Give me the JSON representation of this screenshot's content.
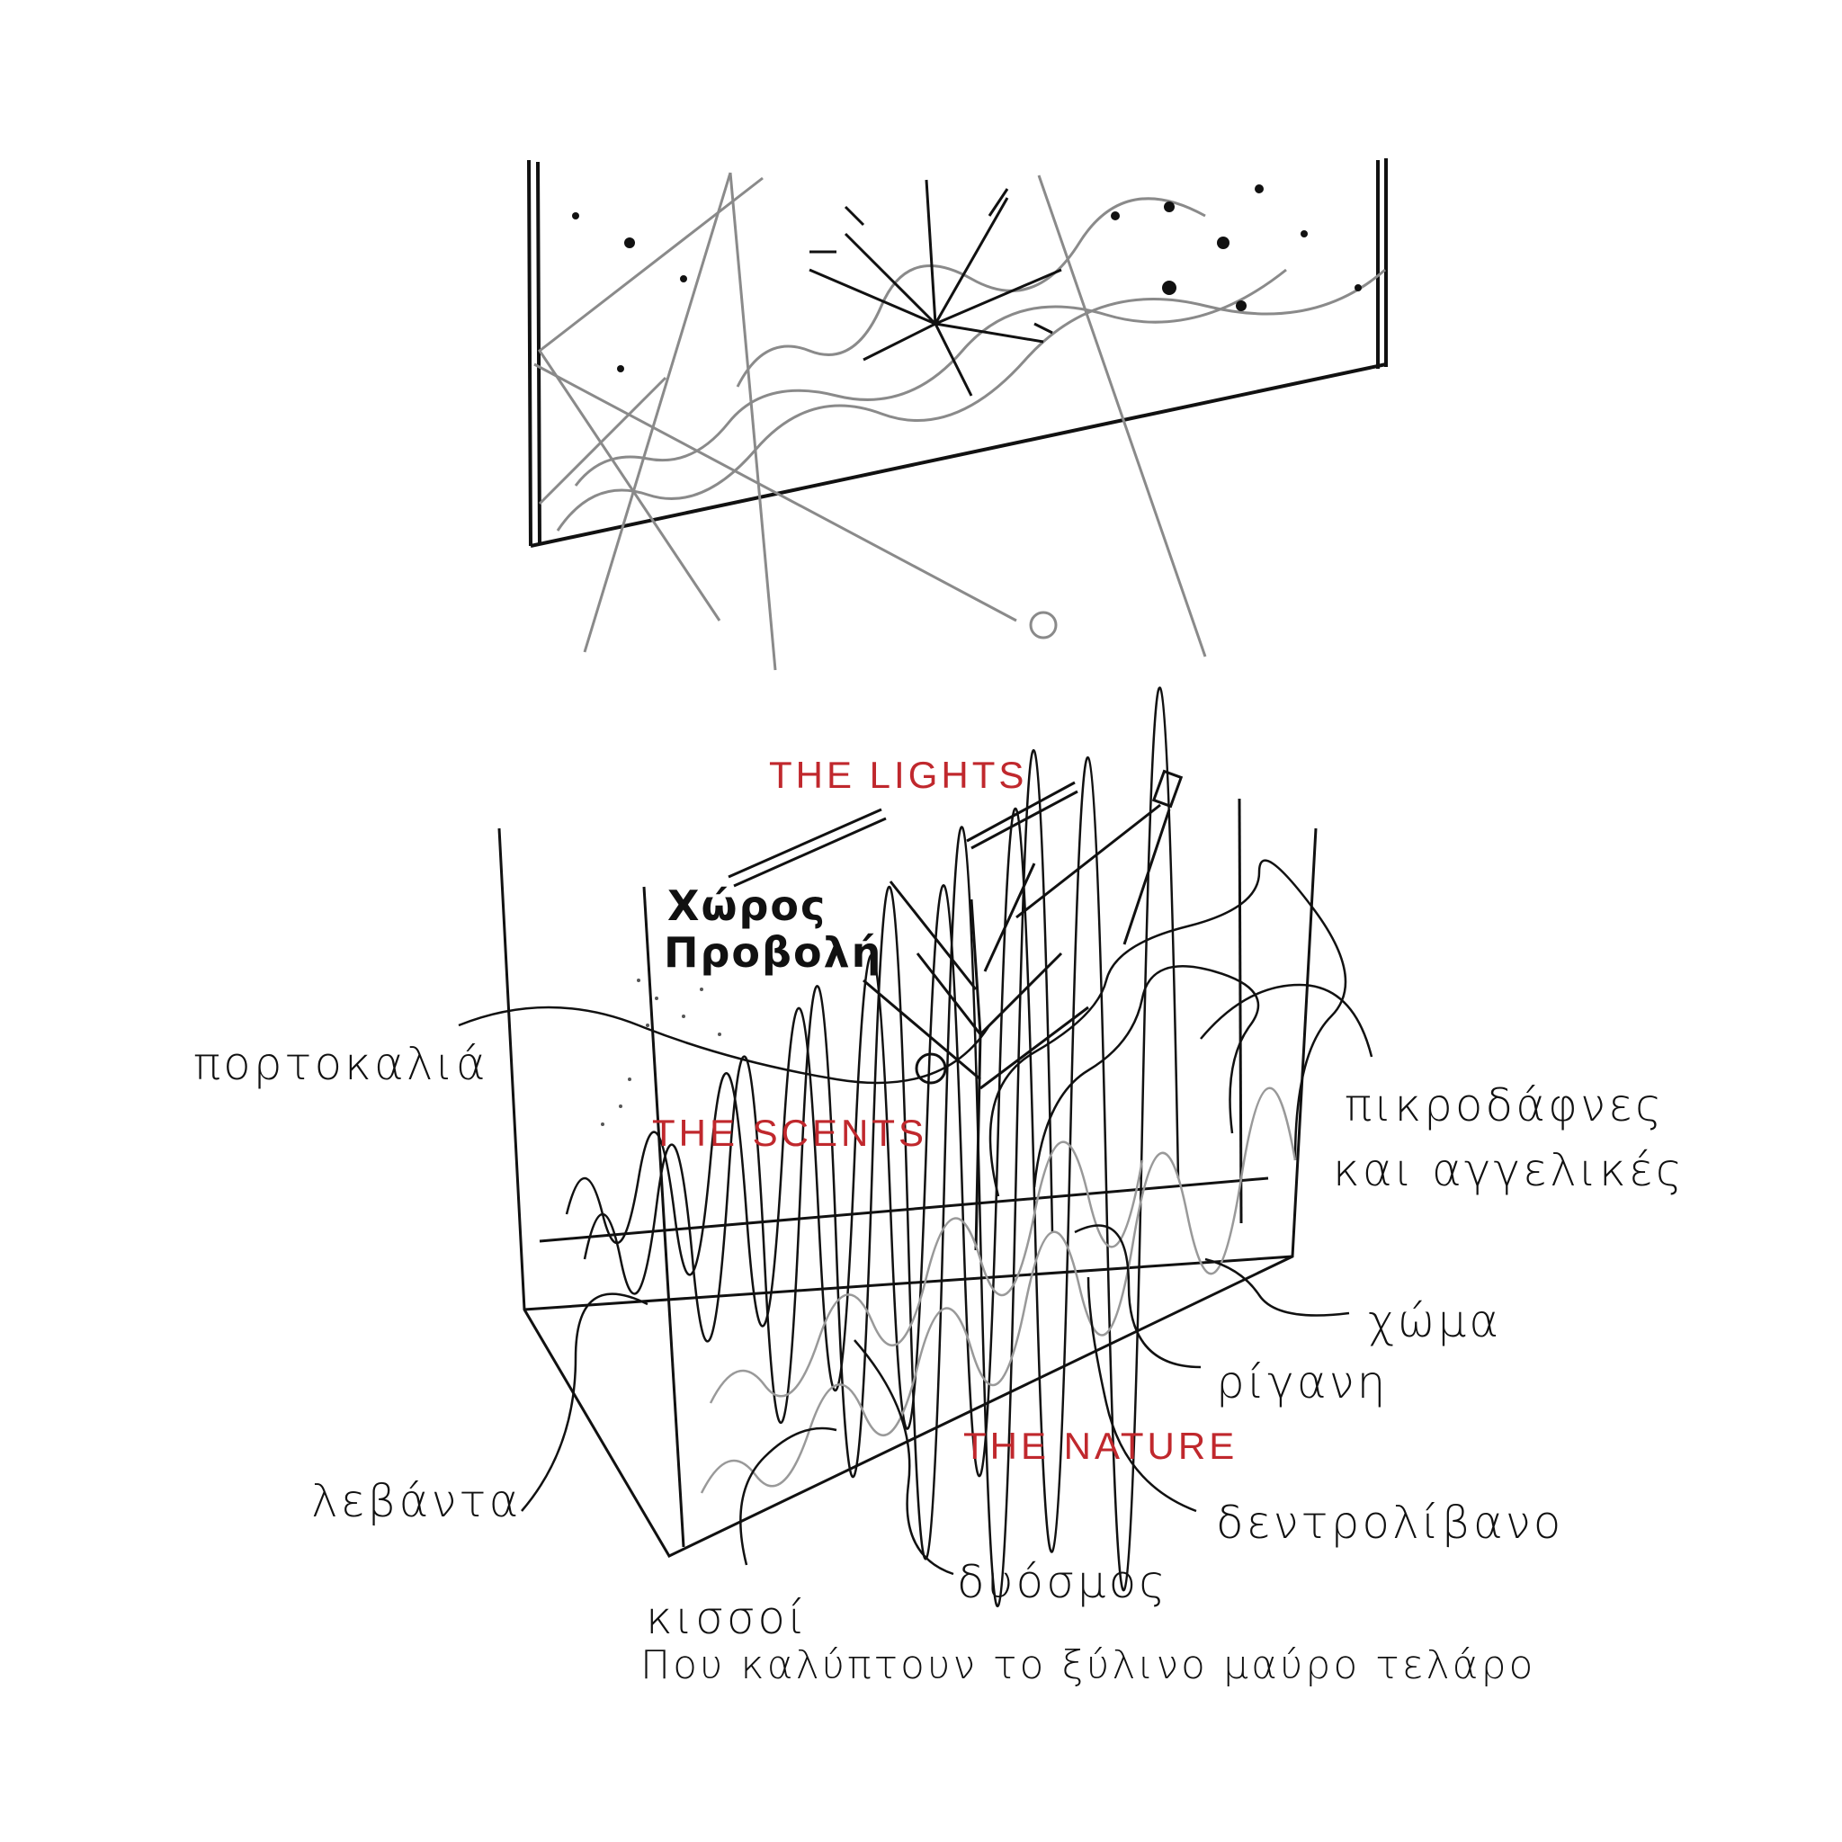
{
  "headings": {
    "lights": "THE LIGHTS",
    "scents": "THE SCENTS",
    "nature": "THE NATURE"
  },
  "labels": {
    "projection_line1": "Χώρος",
    "projection_line2": "Προβολή",
    "orange_tree": "πορτοκαλιά",
    "oleander_line1": "πικροδάφνες",
    "oleander_line2": "και αγγελικές",
    "soil": "χώμα",
    "oregano": "ρίγανη",
    "lavender": "λεβάντα",
    "rosemary": "δεντρολίβανο",
    "mint": "δυόσμος",
    "ivy": "κισσοί",
    "ivy_note": "Που καλύπτουν το ξύλινο μαύρο τελάρο"
  },
  "colors": {
    "accent": "#c0282d",
    "ink": "#111111",
    "pencil": "#8a8a8a"
  }
}
